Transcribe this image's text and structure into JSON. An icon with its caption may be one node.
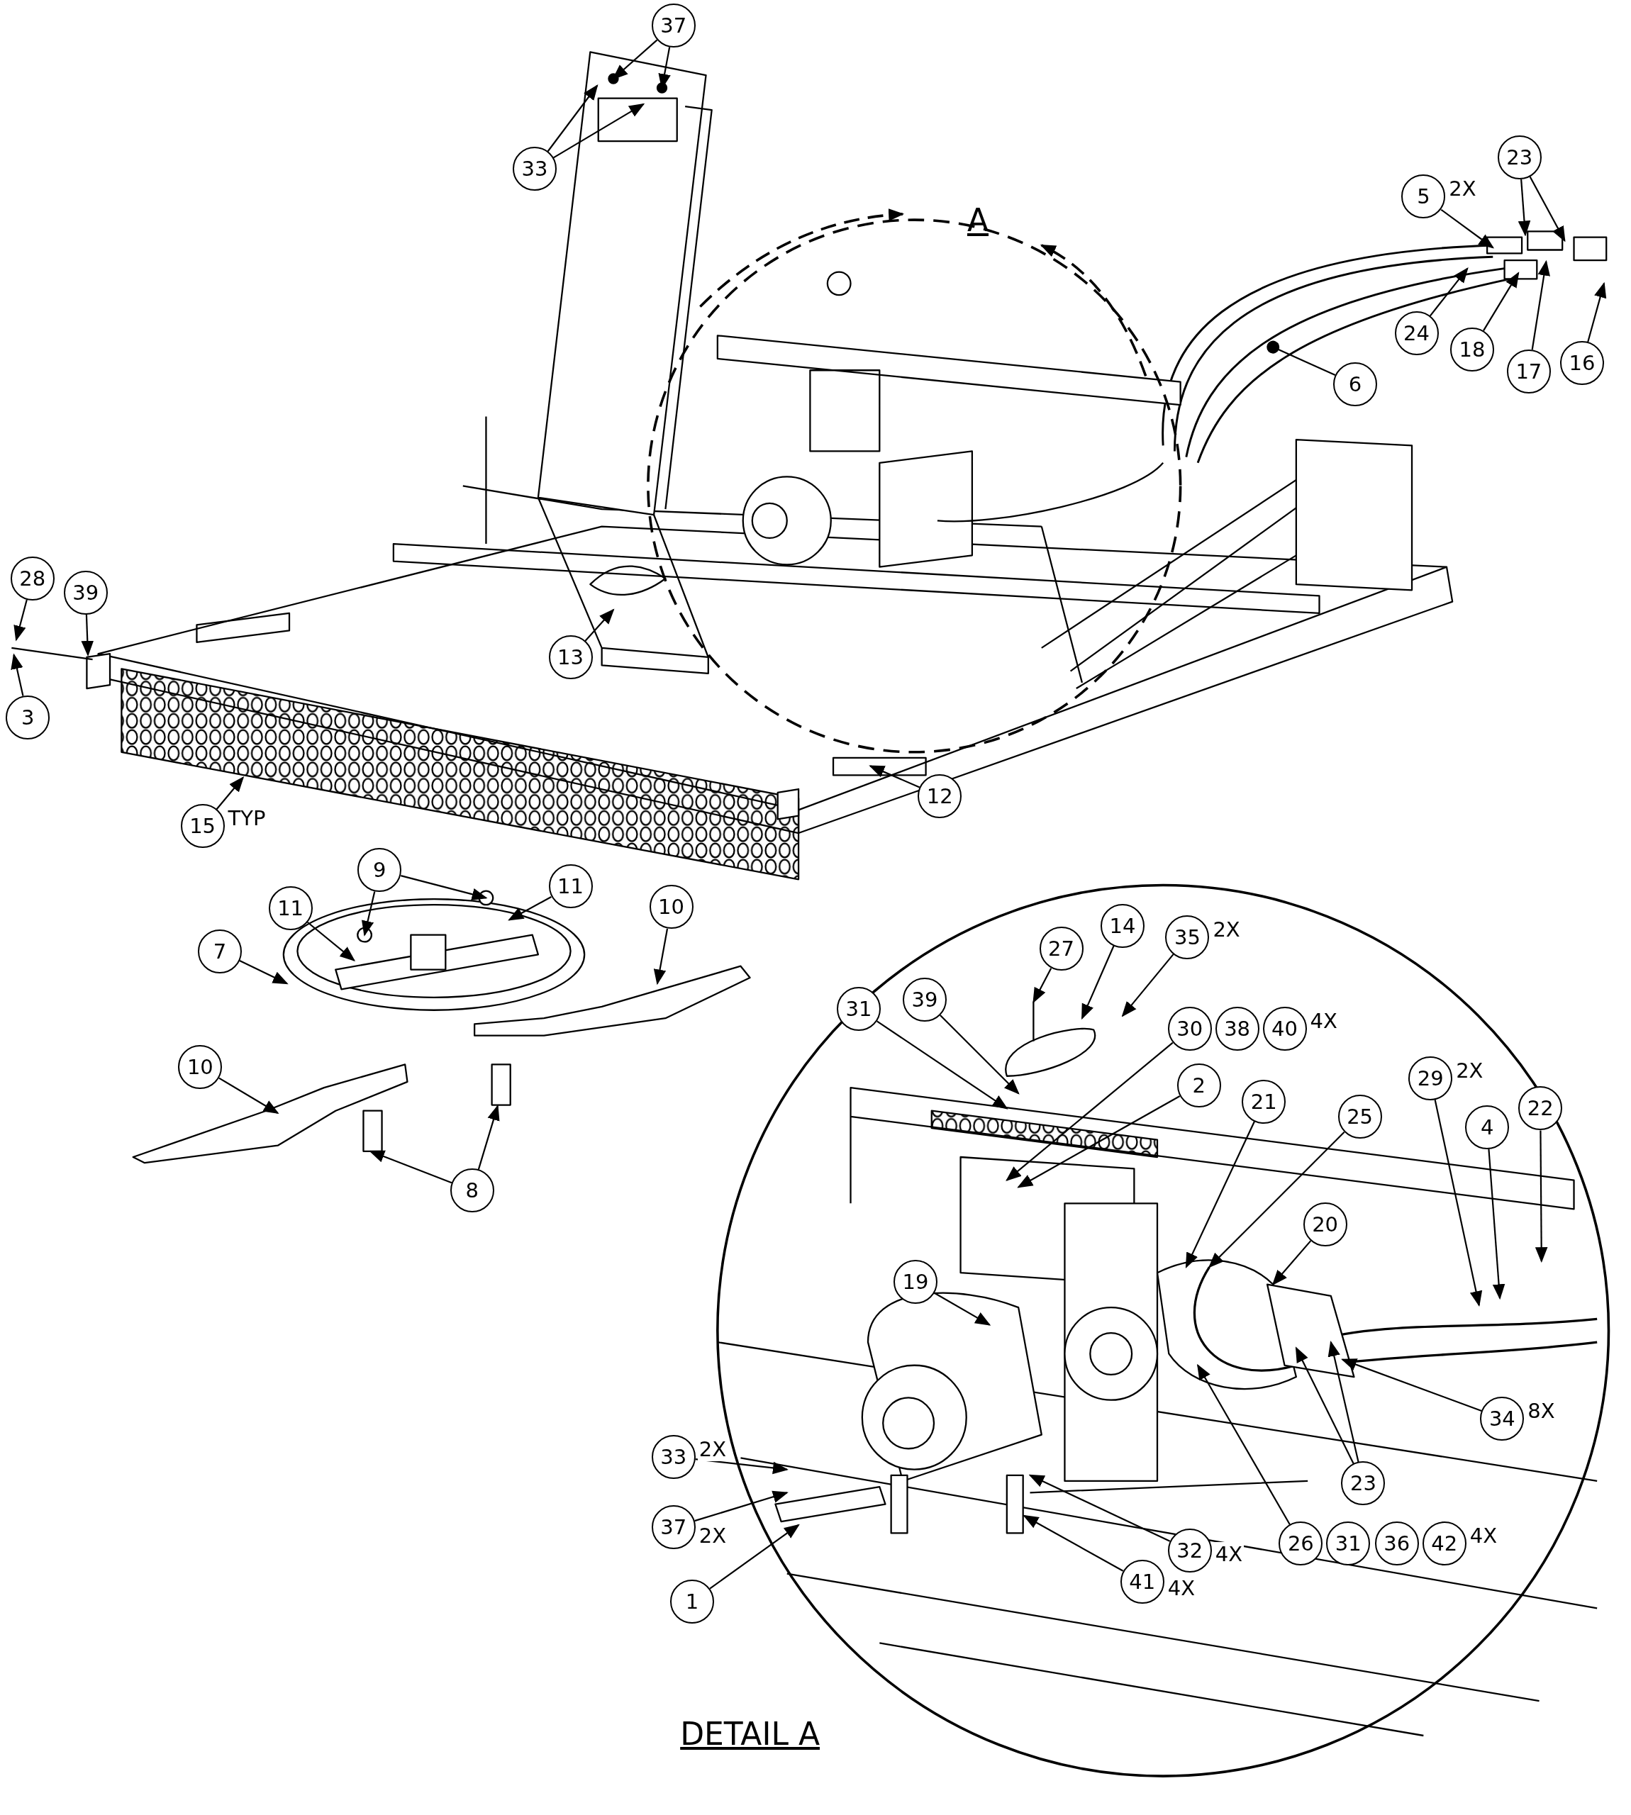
{
  "diagram": {
    "nodes": [
      {
        "text": [
          "37"
        ]
      },
      {
        "text": [
          "33"
        ]
      },
      {
        "text": [
          "5"
        ],
        "beside": [
          "2X"
        ]
      },
      {
        "text": [
          "23"
        ]
      },
      {
        "text": [
          "24"
        ]
      },
      {
        "text": [
          "18"
        ]
      },
      {
        "text": [
          "17"
        ]
      },
      {
        "text": [
          "16"
        ]
      },
      {
        "text": [
          "6"
        ]
      },
      {
        "text": [
          "28"
        ]
      },
      {
        "text": [
          "39"
        ]
      },
      {
        "text": [
          "3"
        ]
      },
      {
        "text": [
          "13"
        ]
      },
      {
        "text": [
          "12"
        ]
      },
      {
        "text": [
          "15"
        ],
        "beside": [
          "TYP"
        ]
      },
      {
        "text": [
          "9"
        ]
      },
      {
        "text": [
          "11"
        ]
      },
      {
        "text": [
          "11"
        ]
      },
      {
        "text": [
          "7"
        ]
      },
      {
        "text": [
          "10"
        ]
      },
      {
        "text": [
          "10"
        ]
      },
      {
        "text": [
          "8"
        ]
      },
      {
        "text": [
          "27"
        ]
      },
      {
        "text": [
          "14"
        ]
      },
      {
        "text": [
          "35"
        ],
        "beside": [
          "2X"
        ]
      },
      {
        "text": [
          "39"
        ]
      },
      {
        "text": [
          "31"
        ]
      },
      {
        "text": [
          "30"
        ]
      },
      {
        "text": [
          "38"
        ]
      },
      {
        "text": [
          "40"
        ],
        "beside": [
          "4X"
        ]
      },
      {
        "text": [
          "2"
        ]
      },
      {
        "text": [
          "21"
        ]
      },
      {
        "text": [
          "25"
        ]
      },
      {
        "text": [
          "29"
        ],
        "beside": [
          "2X"
        ]
      },
      {
        "text": [
          "4"
        ]
      },
      {
        "text": [
          "22"
        ]
      },
      {
        "text": [
          "20"
        ]
      },
      {
        "text": [
          "19"
        ]
      },
      {
        "text": [
          "34"
        ],
        "beside": [
          "8X"
        ]
      },
      {
        "text": [
          "23"
        ]
      },
      {
        "text": [
          "33"
        ],
        "beside": [
          "2X"
        ]
      },
      {
        "text": [
          "37"
        ],
        "beside": [
          "2X"
        ]
      },
      {
        "text": [
          "1"
        ]
      },
      {
        "text": [
          "32"
        ],
        "beside": [
          "4X"
        ]
      },
      {
        "text": [
          "41"
        ],
        "beside": [
          "4X"
        ]
      },
      {
        "text": [
          "26"
        ]
      },
      {
        "text": [
          "31"
        ]
      },
      {
        "text": [
          "36"
        ]
      },
      {
        "text": [
          "42"
        ],
        "beside": [
          "4X"
        ]
      }
    ],
    "edges": [
      {
        "from": 0,
        "to": null,
        "arrow": "to"
      },
      {
        "from": 0,
        "to": null,
        "arrow": "to"
      },
      {
        "from": 1,
        "to": null,
        "arrow": "to"
      },
      {
        "from": 1,
        "to": null,
        "arrow": "to"
      },
      {
        "from": 2,
        "to": null,
        "arrow": "to"
      },
      {
        "from": 3,
        "to": null,
        "arrow": "to"
      },
      {
        "from": 3,
        "to": null,
        "arrow": "to"
      },
      {
        "from": 4,
        "to": null,
        "arrow": "to"
      },
      {
        "from": 5,
        "to": null,
        "arrow": "to"
      },
      {
        "from": 6,
        "to": null,
        "arrow": "to"
      },
      {
        "from": 7,
        "to": null,
        "arrow": "to"
      },
      {
        "from": 8,
        "to": null,
        "arrow": "other"
      },
      {
        "from": 9,
        "to": null,
        "arrow": "to"
      },
      {
        "from": 10,
        "to": null,
        "arrow": "to"
      },
      {
        "from": 11,
        "to": null,
        "arrow": "to"
      },
      {
        "from": 12,
        "to": null,
        "arrow": "to"
      },
      {
        "from": 13,
        "to": null,
        "arrow": "to"
      },
      {
        "from": 14,
        "to": null,
        "arrow": "to"
      },
      {
        "from": 15,
        "to": null,
        "arrow": "to"
      },
      {
        "from": 15,
        "to": null,
        "arrow": "to"
      },
      {
        "from": 16,
        "to": null,
        "arrow": "to"
      },
      {
        "from": 17,
        "to": null,
        "arrow": "to"
      },
      {
        "from": 18,
        "to": null,
        "arrow": "to"
      },
      {
        "from": 19,
        "to": null,
        "arrow": "to"
      },
      {
        "from": 20,
        "to": null,
        "arrow": "to"
      },
      {
        "from": 21,
        "to": null,
        "arrow": "to"
      },
      {
        "from": 21,
        "to": null,
        "arrow": "to"
      },
      {
        "from": 22,
        "to": null,
        "arrow": "to"
      },
      {
        "from": 23,
        "to": null,
        "arrow": "to"
      },
      {
        "from": 24,
        "to": null,
        "arrow": "to"
      },
      {
        "from": 25,
        "to": null,
        "arrow": "to"
      },
      {
        "from": 26,
        "to": null,
        "arrow": "to"
      },
      {
        "from": 27,
        "to": null,
        "arrow": "to"
      },
      {
        "from": 30,
        "to": null,
        "arrow": "to"
      },
      {
        "from": 31,
        "to": null,
        "arrow": "to"
      },
      {
        "from": 32,
        "to": null,
        "arrow": "to"
      },
      {
        "from": 36,
        "to": null,
        "arrow": "to"
      },
      {
        "from": 33,
        "to": null,
        "arrow": "to"
      },
      {
        "from": 34,
        "to": null,
        "arrow": "to"
      },
      {
        "from": 35,
        "to": null,
        "arrow": "to"
      },
      {
        "from": 37,
        "to": null,
        "arrow": "to"
      },
      {
        "from": 38,
        "to": null,
        "arrow": "to"
      },
      {
        "from": 39,
        "to": null,
        "arrow": "to"
      },
      {
        "from": 39,
        "to": null,
        "arrow": "to"
      },
      {
        "from": 40,
        "to": null,
        "arrow": "to"
      },
      {
        "from": 41,
        "to": null,
        "arrow": "to"
      },
      {
        "from": 42,
        "to": null,
        "arrow": "to"
      },
      {
        "from": 43,
        "to": null,
        "arrow": "to"
      },
      {
        "from": 44,
        "to": null,
        "arrow": "to"
      },
      {
        "from": 45,
        "to": null,
        "arrow": "to"
      }
    ],
    "labels": [
      "A",
      "DETAIL A"
    ]
  }
}
